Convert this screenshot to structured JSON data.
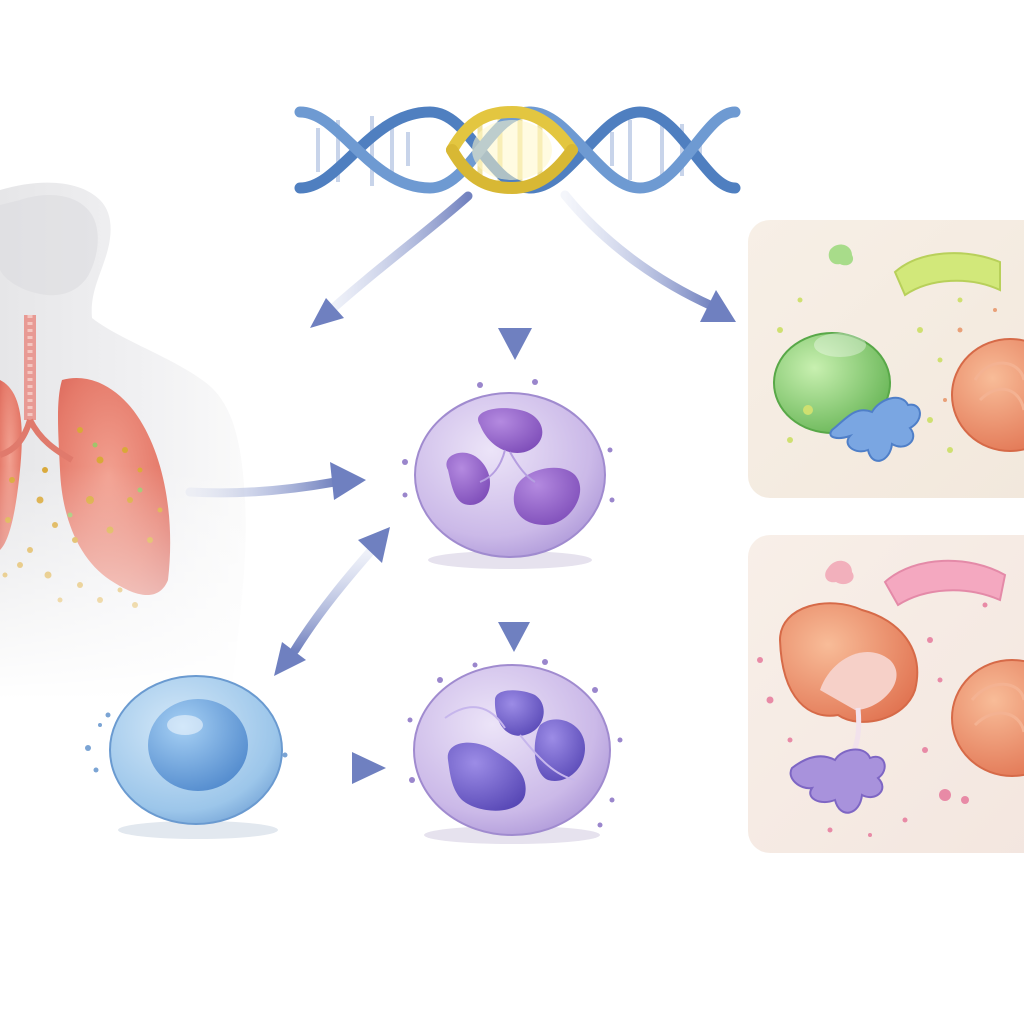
{
  "labels": [],
  "colors": {
    "background": "#ffffff",
    "dna_blue": "#5a86c2",
    "dna_gold": "#e2c84a",
    "lung_red": "#e67868",
    "particle_gold": "#d9a838",
    "neutrophil_fill": "#cdbbe8",
    "neutrophil_nucleus": "#8a58c4",
    "neutrophil2_nucleus": "#6b5ac8",
    "monocyte_blue": "#8fbde6",
    "arrow": "#7f8fc4",
    "panel_background": "#f6eee4",
    "green_cell": "#8fd07a",
    "orange_cell": "#ec8e68",
    "blue_protein": "#7aa6e2",
    "purple_protein": "#a68fdc",
    "pink_fiber": "#ee98b6",
    "lime_fiber": "#cbe26e"
  },
  "elements": [
    {
      "name": "dna-double-helix",
      "kind": "illustration"
    },
    {
      "name": "human-torso-with-lungs",
      "kind": "illustration"
    },
    {
      "name": "neutrophil-cell-top",
      "kind": "cell"
    },
    {
      "name": "neutrophil-cell-bottom",
      "kind": "cell"
    },
    {
      "name": "monocyte-cell",
      "kind": "cell"
    },
    {
      "name": "panel-top-right",
      "kind": "detail-panel"
    },
    {
      "name": "panel-bottom-right",
      "kind": "detail-panel"
    }
  ]
}
